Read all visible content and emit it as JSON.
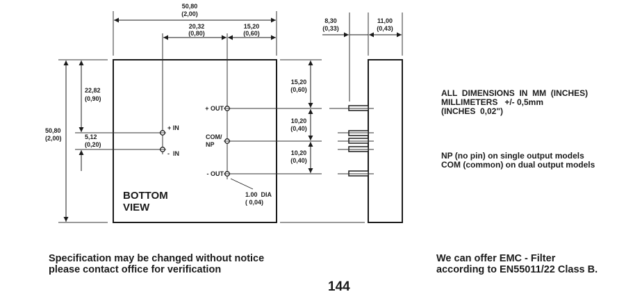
{
  "drawing": {
    "view_label": [
      "BOTTOM",
      "VIEW"
    ],
    "dimensions": {
      "overall_width": [
        "50,80",
        "(2,00)"
      ],
      "pin_spacing_h": [
        "20,32",
        "(0,80)"
      ],
      "out_offset_h": [
        "15,20",
        "(0,60)"
      ],
      "side_offset": [
        "8,30",
        "(0,33)"
      ],
      "side_depth": [
        "11,00",
        "(0,43)"
      ],
      "overall_height": [
        "50,80",
        "(2,00)"
      ],
      "in_offset_v": [
        "22,82",
        "(0,90)"
      ],
      "in_spacing_v": [
        "5,12",
        "(0,20)"
      ],
      "out_offset_v": [
        "15,20",
        "(0,60)"
      ],
      "out_spacing_1": [
        "10,20",
        "(0,40)"
      ],
      "out_spacing_2": [
        "10,20",
        "(0,40)"
      ],
      "pin_dia": [
        "1.00  DIA",
        "( 0,04)"
      ]
    },
    "pins": {
      "plus_in": "+ IN",
      "minus_in": "-  IN",
      "plus_out": "+ OUT",
      "com_np": [
        "COM/",
        "NP"
      ],
      "minus_out": "- OUT"
    }
  },
  "notes": {
    "dimensions_note": "ALL  DIMENSIONS  IN  MM  (INCHES)\nMILLIMETERS   +/- 0,5mm\n(INCHES  0,02\")",
    "pin_note": "NP (no pin) on single output models\nCOM (common) on dual output models"
  },
  "footer": {
    "spec_notice": "Specification may be changed without notice\nplease contact office for verification",
    "emc_notice": "We can offer EMC - Filter\naccording to EN55011/22 Class B.",
    "page_number": "144"
  }
}
